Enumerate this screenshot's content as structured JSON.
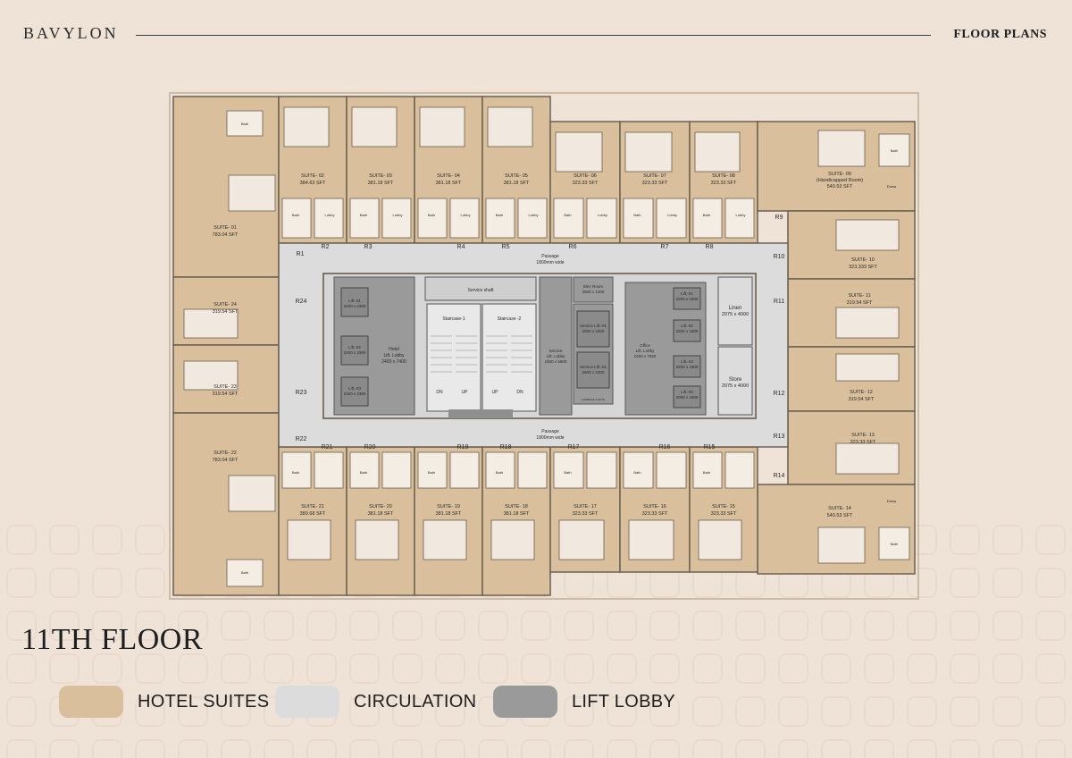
{
  "header": {
    "brand": "BAVYLON",
    "section": "FLOOR PLANS"
  },
  "floor_title": "11TH FLOOR",
  "legend": [
    {
      "label": "HOTEL SUITES",
      "color": "#d9bf9c"
    },
    {
      "label": "CIRCULATION",
      "color": "#dcdcdc"
    },
    {
      "label": "LIFT LOBBY",
      "color": "#9a9a9a"
    }
  ],
  "colors": {
    "suite": "#d9bf9c",
    "circulation": "#dcdcdc",
    "lift": "#9a9a9a",
    "service": "#8f8f8f",
    "wall": "#6b6052"
  },
  "suites_top": [
    {
      "name": "SUITE- 02",
      "area": "384.63 SFT"
    },
    {
      "name": "SUITE- 03",
      "area": "381.18 SFT"
    },
    {
      "name": "SUITE- 04",
      "area": "381.18 SFT"
    },
    {
      "name": "SUITE- 05",
      "area": "381.18 SFT"
    },
    {
      "name": "SUITE- 06",
      "area": "323.33 SFT"
    },
    {
      "name": "SUITE- 07",
      "area": "323.33 SFT"
    },
    {
      "name": "SUITE- 08",
      "area": "323.33 SFT"
    }
  ],
  "suites_bottom": [
    {
      "name": "SUITE- 21",
      "area": "380.68 SFT"
    },
    {
      "name": "SUITE- 20",
      "area": "381.18 SFT"
    },
    {
      "name": "SUITE- 19",
      "area": "381.18 SFT"
    },
    {
      "name": "SUITE- 18",
      "area": "381.18 SFT"
    },
    {
      "name": "SUITE- 17",
      "area": "323.33 SFT"
    },
    {
      "name": "SUITE- 16",
      "area": "323.33 SFT"
    },
    {
      "name": "SUITE- 15",
      "area": "323.33 SFT"
    }
  ],
  "suites_left": [
    {
      "name": "SUITE- 01",
      "area": "783.04 SFT"
    },
    {
      "name": "SUITE- 24",
      "area": "319.54 SFT"
    },
    {
      "name": "SUITE- 23",
      "area": "319.54 SFT"
    },
    {
      "name": "SUITE- 22",
      "area": "783.04 SFT"
    }
  ],
  "suites_right": [
    {
      "name": "SUITE- 09",
      "sub": "(Handicapped Room)",
      "area": "540.53 SFT"
    },
    {
      "name": "SUITE- 10",
      "area": "323.333 SFT"
    },
    {
      "name": "SUITE- 11",
      "area": "319.54 SFT"
    },
    {
      "name": "SUITE- 12",
      "area": "319.54 SFT"
    },
    {
      "name": "SUITE- 13",
      "area": "323.33 SFT"
    },
    {
      "name": "SUITE- 14",
      "area": "540.53 SFT"
    }
  ],
  "room_labels_top": [
    "R1",
    "R2",
    "R3",
    "R4",
    "R5",
    "R6",
    "R7",
    "R8"
  ],
  "room_labels_bottom": [
    "R21",
    "R20",
    "R19",
    "R18",
    "R17",
    "R16",
    "R15"
  ],
  "room_labels_left": [
    "R24",
    "R23",
    "R22"
  ],
  "room_labels_right": [
    "R9",
    "R10",
    "R11",
    "R12",
    "R13",
    "R14"
  ],
  "passage_top": {
    "label": "Passage",
    "sub": "1800mm wide"
  },
  "passage_bottom": {
    "label": "Passage",
    "sub": "1800mm wide"
  },
  "core": {
    "service_shaft": "Service shaft",
    "hotel_lobby": {
      "label": "Hotel",
      "sub": "Lift. Lobby",
      "size": "2400 x 7400"
    },
    "lifts_left": [
      {
        "label": "Lift.-01",
        "size": "2200 x 2350"
      },
      {
        "label": "Lift.-02",
        "size": "2200 x 2300"
      },
      {
        "label": "Lift.-03",
        "size": "2200 x 2350"
      }
    ],
    "stair1": "Staircase-1",
    "stair2": "Staircase -2",
    "stair_marks": [
      "DN",
      "UP",
      "UP",
      "DN"
    ],
    "elec_room": {
      "label": "Elec Room",
      "size": "2600 x 1300"
    },
    "service_lobby": {
      "label": "Service",
      "sub": "Lift. Lobby",
      "size": "1800 x 5900"
    },
    "service_lift1": {
      "label": "Service Lift.-01",
      "size": "2600 x 2300"
    },
    "service_lift2": {
      "label": "Service Lift.-01",
      "size": "2600 x 2300"
    },
    "garbage": "GARBAGE CHUTE",
    "office_lobby": {
      "label": "Office",
      "sub": "Lift. Lobby",
      "size": "2400 x 7650"
    },
    "lifts_right": [
      {
        "label": "Lift.-01",
        "size": "2200 x 1800"
      },
      {
        "label": "Lift.-02",
        "size": "2200 x 1800"
      },
      {
        "label": "Lift.-03",
        "size": "2200 x 1800"
      },
      {
        "label": "Lift.-04",
        "size": "2000 x 1800"
      }
    ],
    "linen": {
      "label": "Linen",
      "size": "2075 x 4000"
    },
    "store": {
      "label": "Store",
      "size": "2075 x 4000"
    }
  },
  "room_words": {
    "bath": "Bath",
    "lobby": "Lobby",
    "dress": "Dress"
  }
}
